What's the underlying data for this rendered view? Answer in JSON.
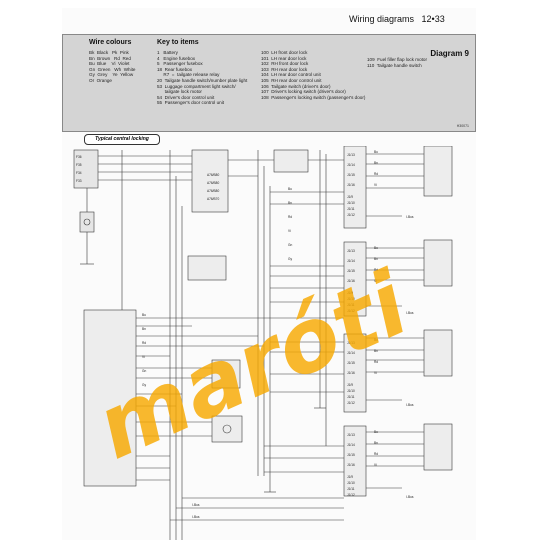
{
  "header": {
    "title": "Wiring diagrams",
    "page_number": "12•33"
  },
  "key_panel": {
    "wire_colours_heading": "Wire colours",
    "wire_colours": [
      [
        "Bk",
        "Black",
        "Pk",
        "Pink"
      ],
      [
        "Bn",
        "Brown",
        "Rd",
        "Red"
      ],
      [
        "Bu",
        "Blue",
        "Vi",
        "Violet"
      ],
      [
        "Gn",
        "Green",
        "Wh",
        "White"
      ],
      [
        "Gy",
        "Grey",
        "Ye",
        "Yellow"
      ],
      [
        "Or",
        "Orange",
        "",
        ""
      ]
    ],
    "key_heading": "Key to items",
    "items_col1": [
      "1   Battery",
      "4   Engine fusebox",
      "5   Passenger fusebox",
      "18  Rear fusebox",
      "     R7  =  tailgate release relay",
      "20  Tailgate handle switch/number plate light",
      "53  Luggage compartment light switch/",
      "      tailgate lock motor",
      "54  Driver's door control unit",
      "55  Passenger's door control unit"
    ],
    "items_col2": [
      "100  LH front door lock",
      "101  LH rear door lock",
      "102  RH front door lock",
      "103  RH rear door lock",
      "104  LH rear door control unit",
      "105  RH rear door control unit",
      "106  Tailgate switch (driver's door)",
      "107  Driver's locking switch (driver's door)",
      "108  Passenger's locking switch (passenger's door)"
    ],
    "items_col3": [
      "109  Fuel filler flap lock motor",
      "110  Tailgate handle switch"
    ],
    "diagram_label": "Diagram 9",
    "ref_code": "H30071"
  },
  "section_title": "Typical central locking",
  "watermark": "maróti",
  "colors": {
    "wire": "#3a3a3a",
    "key_panel_bg": "#d4d4d4",
    "watermark_fill": "#f6a800"
  },
  "diagram": {
    "fusebox_labels": [
      "F36",
      "F35",
      "F34",
      "F33"
    ],
    "relay_labels": [
      "A76/B80",
      "A76/B80",
      "A76/B80",
      "A76/B70"
    ],
    "module_top_labels": [
      "J1/13",
      "J1/14",
      "J1/15",
      "J1/16"
    ],
    "module_bottom_labels": [
      "J1/9",
      "J1/10",
      "J1/11",
      "J1/12"
    ],
    "wire_codes_right": [
      "Bu",
      "Bn",
      "Rd",
      "Vi",
      "Gn",
      "Gy"
    ],
    "bus_label": "I-Bus"
  }
}
